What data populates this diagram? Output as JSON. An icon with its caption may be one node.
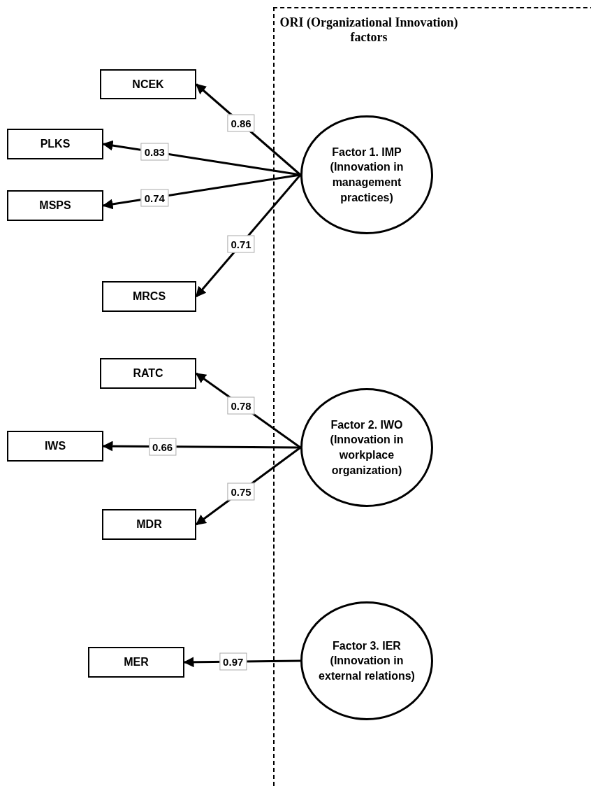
{
  "diagram": {
    "nodes": [
      {
        "text": [
          "ORI (Organizational Innovation) factors"
        ]
      },
      {
        "text": [
          "NCEK"
        ]
      },
      {
        "text": [
          "PLKS"
        ]
      },
      {
        "text": [
          "MSPS"
        ]
      },
      {
        "text": [
          "MRCS"
        ]
      },
      {
        "text": [
          "Factor 1. IMP (Innovation in management practices)"
        ],
        "in": 0
      },
      {
        "text": [
          "RATC"
        ]
      },
      {
        "text": [
          "IWS"
        ]
      },
      {
        "text": [
          "MDR"
        ]
      },
      {
        "text": [
          "Factor 2. IWO (Innovation in workplace organization)"
        ],
        "in": 0
      },
      {
        "text": [
          "MER"
        ]
      },
      {
        "text": [
          "Factor 3. IER (Innovation in external relations)"
        ],
        "in": 0
      }
    ],
    "edges": [
      {
        "from": 5,
        "to": 1,
        "arrow": "to",
        "label": "0.86"
      },
      {
        "from": 5,
        "to": 2,
        "arrow": "to",
        "label": "0.83"
      },
      {
        "from": 5,
        "to": 3,
        "arrow": "to",
        "label": "0.74"
      },
      {
        "from": 5,
        "to": 4,
        "arrow": "to",
        "label": "0.71"
      },
      {
        "from": 9,
        "to": 6,
        "arrow": "to",
        "label": "0.78"
      },
      {
        "from": 9,
        "to": 7,
        "arrow": "to",
        "label": "0.66"
      },
      {
        "from": 9,
        "to": 8,
        "arrow": "to",
        "label": "0.75"
      },
      {
        "from": 11,
        "to": 10,
        "arrow": "to",
        "label": "0.97"
      }
    ]
  }
}
